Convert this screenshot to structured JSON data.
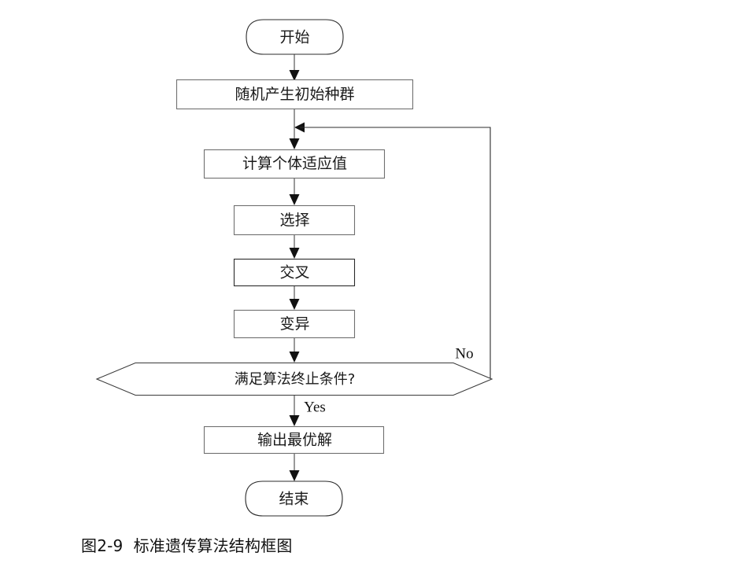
{
  "figure": {
    "caption": "图2-9  标准遗传算法结构框图",
    "background_color": "#ffffff",
    "node_border_color": "#2b2b2b",
    "connector_color": "#808080",
    "arrow_color": "#111111",
    "text_color": "#1a1a1a"
  },
  "nodes": {
    "start": {
      "label": "开始",
      "shape": "stadium"
    },
    "init_population": {
      "label": "随机产生初始种群",
      "shape": "rect"
    },
    "fitness": {
      "label": "计算个体适应值",
      "shape": "rect"
    },
    "selection": {
      "label": "选择",
      "shape": "rect"
    },
    "crossover": {
      "label": "交叉",
      "shape": "rect"
    },
    "mutation": {
      "label": "变异",
      "shape": "rect"
    },
    "decision": {
      "label": "满足算法终止条件?",
      "shape": "hexagon"
    },
    "output": {
      "label": "输出最优解",
      "shape": "rect"
    },
    "end": {
      "label": "结束",
      "shape": "stadium"
    }
  },
  "edges": {
    "yes_label": "Yes",
    "no_label": "No"
  }
}
